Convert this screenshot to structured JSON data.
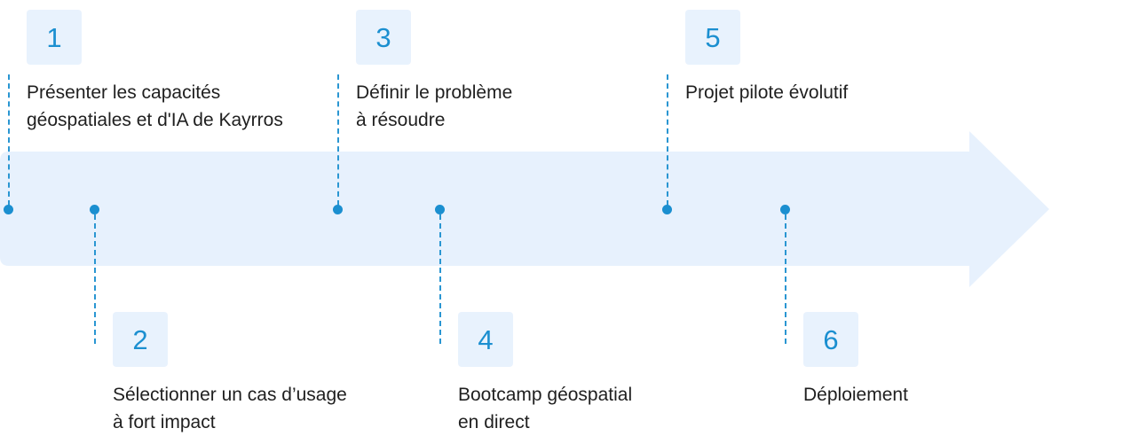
{
  "colors": {
    "arrow_fill": "#e7f1fd",
    "number_box": "#e8f2fd",
    "accent": "#1b8fd0",
    "text": "#1f1f1f"
  },
  "steps": [
    {
      "number": "1",
      "lines": [
        "Présenter les capacités",
        "géospatiales et d'IA de Kayrros"
      ]
    },
    {
      "number": "2",
      "lines": [
        "Sélectionner un cas d’usage",
        "à fort impact"
      ]
    },
    {
      "number": "3",
      "lines": [
        "Définir le problème",
        "à résoudre"
      ]
    },
    {
      "number": "4",
      "lines": [
        "Bootcamp géospatial",
        "en direct"
      ]
    },
    {
      "number": "5",
      "lines": [
        "Projet pilote évolutif"
      ]
    },
    {
      "number": "6",
      "lines": [
        "Déploiement"
      ]
    }
  ]
}
